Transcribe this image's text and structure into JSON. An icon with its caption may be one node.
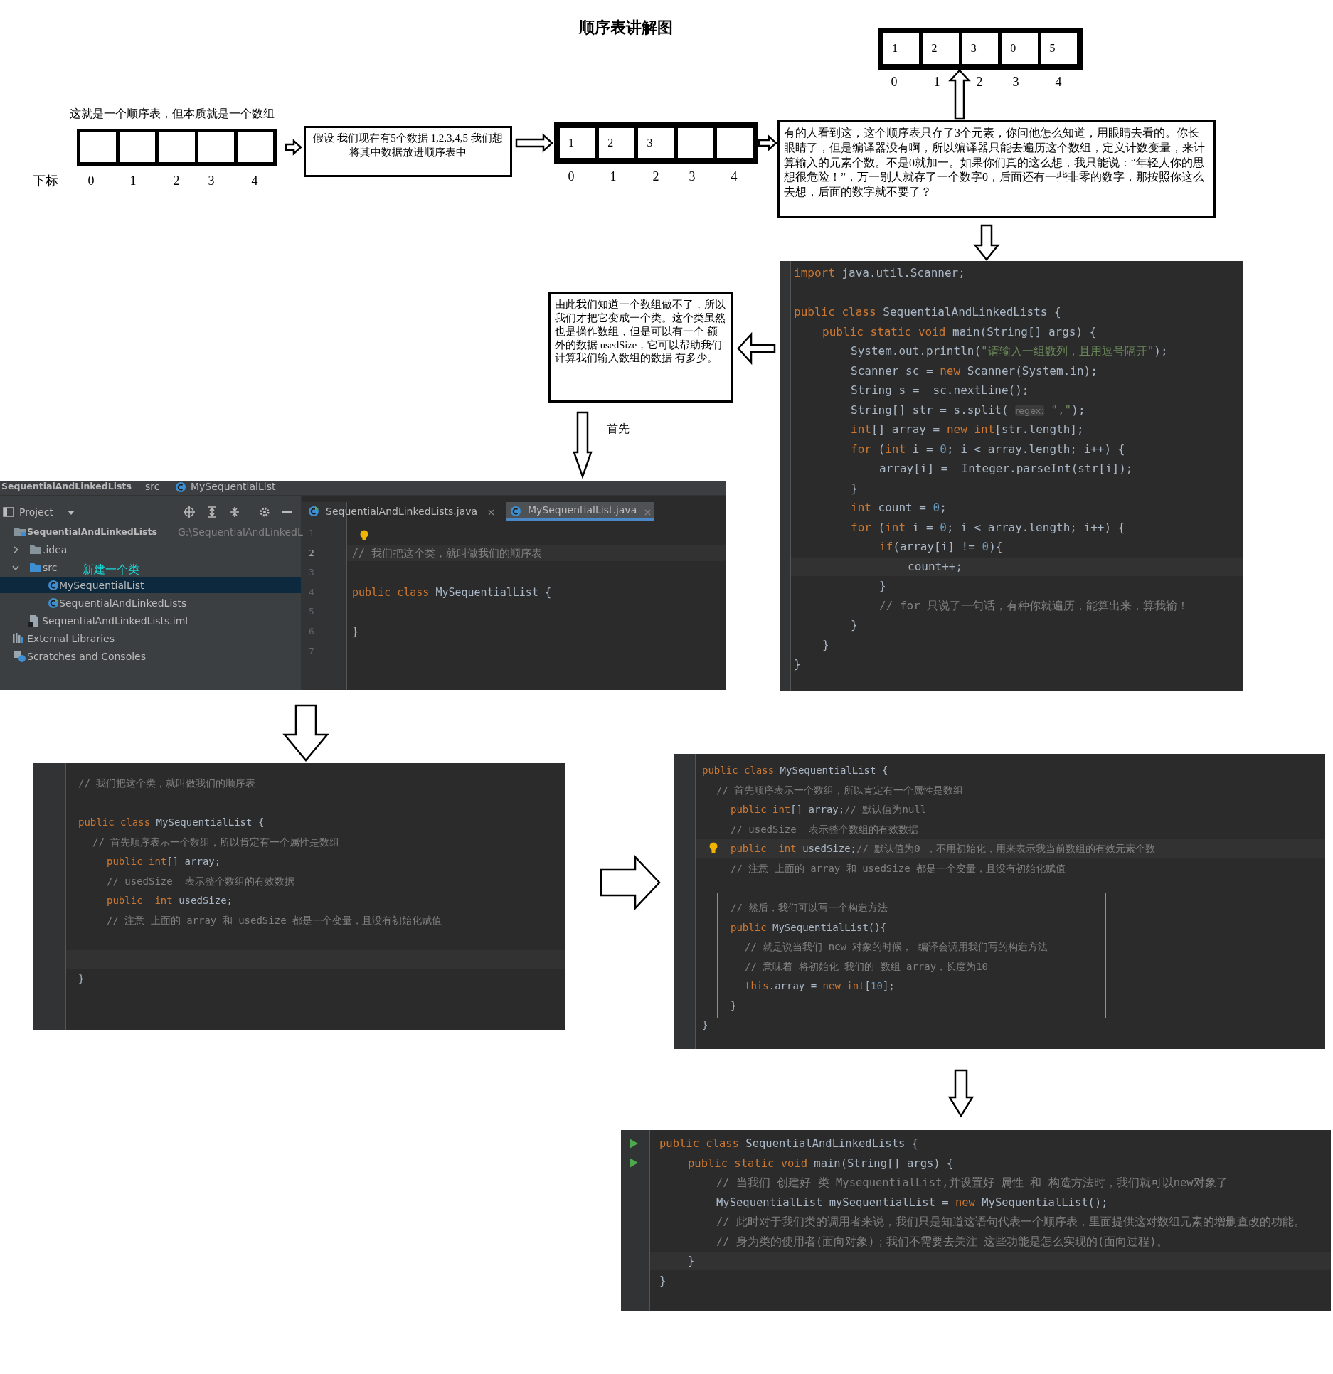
{
  "diagram": {
    "title": "顺序表讲解图",
    "nodes": [
      {
        "text": [],
        "shape": "box"
      },
      {
        "text": [
          "1"
        ],
        "in": 0
      },
      {
        "text": [
          "2"
        ],
        "in": 0
      },
      {
        "text": [
          "3"
        ],
        "in": 0
      },
      {
        "text": [
          "0"
        ],
        "in": 0
      },
      {
        "text": [
          "5"
        ],
        "in": 0
      },
      {
        "text": [
          "这就是一个顺序表，但本质就是一个数组"
        ]
      },
      {
        "text": [],
        "shape": "box",
        "in": 6
      },
      {
        "text": [],
        "shape": "box",
        "in": 6
      },
      {
        "text": [],
        "shape": "box",
        "in": 6
      },
      {
        "text": [],
        "shape": "box",
        "in": 6
      },
      {
        "text": [],
        "shape": "box",
        "in": 6
      },
      {
        "text": [
          "假设 我们现在有5个数据 1,2,3,4,5 我们想将其中数据放进顺序表中"
        ]
      },
      {
        "text": [],
        "shape": "box"
      },
      {
        "text": [
          "1"
        ],
        "in": 13
      },
      {
        "text": [
          "2"
        ],
        "in": 13
      },
      {
        "text": [
          "3"
        ],
        "in": 13
      },
      {
        "text": [],
        "shape": "box",
        "in": 13
      },
      {
        "text": [],
        "shape": "box",
        "in": 13
      },
      {
        "text": [
          "有的人看到这，这个顺序表只存了3个元素，你问他怎么知道，用眼睛去看的。你长眼睛了，但是编译器没有啊，所以编译器只能去遍历这个数组，定义计数变量，来计算输入的元素个数。不是0就加一。如果你们真的这么想，我只能说：“年轻人你的思想很危险！”，万一别人就存了一个数字0，后面还有一些非零的数字，那按照你这么去想，后面的数字就不要了？"
        ]
      },
      {
        "text": [
          "import java.util.Scanner;",
          "public class SequentialAndLinkedLists {",
          "public static void main(String[] args) {",
          "System.out.println(\"请输入一组数列，且用逗号隔开\");",
          "Scanner sc = new Scanner(System.in);",
          "String s =  sc.nextLine();",
          "String[] str = s.split( regex: \",\");",
          "int[] array = new int[str.length];",
          "for (int i = 0; i < array.length; i++) {",
          "array[i] =  Integer.parseInt(str[i]);",
          "}",
          "int count = 0;",
          "for (int i = 0; i < array.length; i++) {",
          "if(array[i] != 0){",
          "count++;",
          "}",
          "// for 只说了一句话，有种你就遍历，能算出来，算我输！",
          "}",
          "}",
          "}"
        ]
      },
      {
        "text": [
          "由此我们知道一个数组做不了，所以我们才把它变成一个类。这个类虽然也是操作数组，但是可以有一个 额外的数据 usedSize，它可以帮助我们计算我们输入数组的数据 有多少。"
        ]
      },
      {
        "text": [
          "SequentialAndLinkedLists",
          "src",
          "MySequentialList",
          "Project",
          "SequentialAndLinkedLists.java",
          "MySequentialList.java",
          "SequentialAndLinkedLists",
          "G:\\SequentialAndLinkedL",
          ".idea",
          "src",
          "新建一个类",
          "MySequentialList",
          "SequentialAndLinkedLists",
          "SequentialAndLinkedLists.iml",
          "External Libraries",
          "Scratches and Consoles",
          "1",
          "2",
          "3",
          "4",
          "5",
          "6",
          "7",
          "// 我们把这个类，就叫做我们的顺序表",
          "public class MySequentialList {",
          "}"
        ]
      },
      {
        "text": [
          "// 我们把这个类，就叫做我们的顺序表",
          "public class MySequentialList {",
          "// 首先顺序表示一个数组，所以肯定有一个属性是数组",
          "public int[] array;",
          "// usedSize  表示整个数组的有效数据",
          "public  int usedSize;",
          "// 注意 上面的 array 和 usedSize 都是一个变量，且没有初始化赋值",
          "}"
        ]
      },
      {
        "text": [
          "public class MySequentialList {",
          "// 首先顺序表示一个数组，所以肯定有一个属性是数组",
          "public int[] array;// 默认值为null",
          "// usedSize  表示整个数组的有效数据",
          "public  int usedSize;// 默认值为0 ，不用初始化，用来表示我当前数组的有效元素个数",
          "// 注意 上面的 array 和 usedSize 都是一个变量，且没有初始化赋值",
          "}"
        ]
      },
      {
        "text": [
          "// 然后，我们可以写一个构造方法",
          "public MySequentialList(){",
          "// 就是说当我们 new 对象的时候， 编译会调用我们写的构造方法",
          "// 意味着 将初始化 我们的 数组 array，长度为10",
          "this.array = new int[10];",
          "}"
        ],
        "in": 24
      },
      {
        "text": [
          "public class SequentialAndLinkedLists {",
          "public static void main(String[] args) {",
          "// 当我们 创建好 类 MysequentialList,并设置好 属性 和 构造方法时，我们就可以new对象了",
          "MySequentialList mySequentialList = new MySequentialList();",
          "// 此时对于我们类的调用者来说，我们只是知道这语句代表一个顺序表，里面提供这对数组元素的增删查改的功能。",
          "// 身为类的使用者(面向对象)；我们不需要去关注 这些功能是怎么实现的(面向过程)。",
          "}",
          "}"
        ]
      }
    ],
    "edges": [
      {
        "from": 6,
        "to": 12,
        "arrow": "to"
      },
      {
        "from": 12,
        "to": 13,
        "arrow": "to"
      },
      {
        "from": 13,
        "to": 19,
        "arrow": "to"
      },
      {
        "from": 19,
        "to": 0,
        "arrow": "to"
      },
      {
        "from": 19,
        "to": 20,
        "arrow": "to"
      },
      {
        "from": 20,
        "to": 21,
        "arrow": "to"
      },
      {
        "from": 21,
        "to": 22,
        "arrow": "to",
        "label": "首先"
      },
      {
        "from": 22,
        "to": 23,
        "arrow": "to"
      },
      {
        "from": 23,
        "to": 24,
        "arrow": "to"
      },
      {
        "from": 24,
        "to": 26,
        "arrow": "to"
      }
    ],
    "labels": [
      "0",
      "1",
      "2",
      "3",
      "4",
      "下标",
      "0",
      "1",
      "2",
      "3",
      "4",
      "0",
      "1",
      "2",
      "3",
      "4"
    ]
  }
}
